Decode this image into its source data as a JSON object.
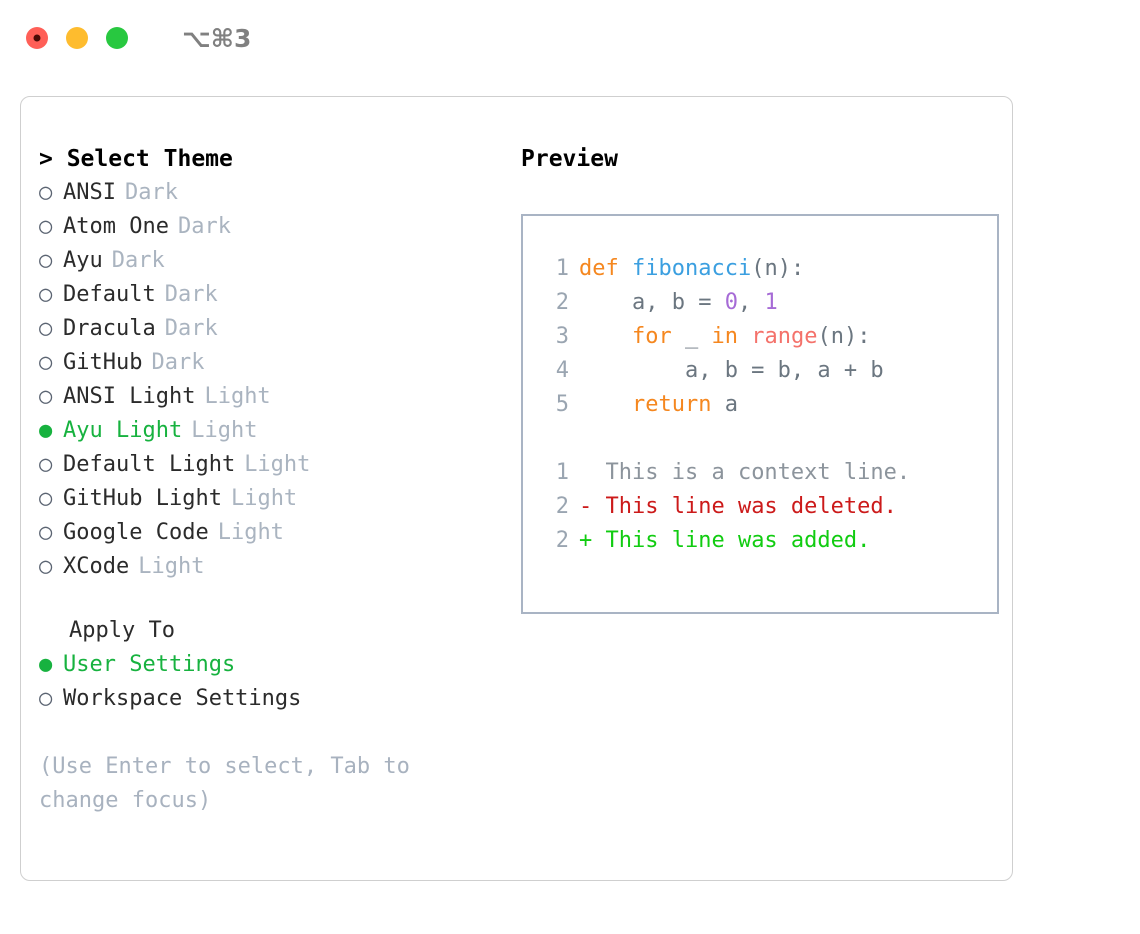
{
  "titlebar": {
    "shortcut": "⌥⌘3",
    "lights": [
      {
        "name": "close",
        "color": "#ff5f57"
      },
      {
        "name": "minimize",
        "color": "#febc2e"
      },
      {
        "name": "zoom",
        "color": "#28c840"
      }
    ]
  },
  "theme_section": {
    "heading": "> Select Theme",
    "options": [
      {
        "bullet": "○",
        "label": "ANSI",
        "tag": "Dark",
        "selected": false
      },
      {
        "bullet": "○",
        "label": "Atom One",
        "tag": "Dark",
        "selected": false
      },
      {
        "bullet": "○",
        "label": "Ayu",
        "tag": "Dark",
        "selected": false
      },
      {
        "bullet": "○",
        "label": "Default",
        "tag": "Dark",
        "selected": false
      },
      {
        "bullet": "○",
        "label": "Dracula",
        "tag": "Dark",
        "selected": false
      },
      {
        "bullet": "○",
        "label": "GitHub",
        "tag": "Dark",
        "selected": false
      },
      {
        "bullet": "○",
        "label": "ANSI Light",
        "tag": "Light",
        "selected": false
      },
      {
        "bullet": "●",
        "label": "Ayu Light",
        "tag": "Light",
        "selected": true
      },
      {
        "bullet": "○",
        "label": "Default Light",
        "tag": "Light",
        "selected": false
      },
      {
        "bullet": "○",
        "label": "GitHub Light",
        "tag": "Light",
        "selected": false
      },
      {
        "bullet": "○",
        "label": "Google Code",
        "tag": "Light",
        "selected": false
      },
      {
        "bullet": "○",
        "label": "XCode",
        "tag": "Light",
        "selected": false
      }
    ]
  },
  "apply_section": {
    "heading": "Apply To",
    "options": [
      {
        "bullet": "●",
        "label": "User Settings",
        "selected": true
      },
      {
        "bullet": "○",
        "label": "Workspace Settings",
        "selected": false
      }
    ]
  },
  "hint": "(Use Enter to select, Tab to change focus)",
  "preview": {
    "heading": "Preview",
    "code_lines": [
      {
        "ln": "1",
        "tokens": [
          {
            "t": "def ",
            "c": "kw"
          },
          {
            "t": "fibonacci",
            "c": "fn"
          },
          {
            "t": "(n):",
            "c": "plain"
          }
        ]
      },
      {
        "ln": "2",
        "tokens": [
          {
            "t": "    a, b = ",
            "c": "plain"
          },
          {
            "t": "0",
            "c": "num"
          },
          {
            "t": ", ",
            "c": "plain"
          },
          {
            "t": "1",
            "c": "num"
          }
        ]
      },
      {
        "ln": "3",
        "tokens": [
          {
            "t": "    ",
            "c": "plain"
          },
          {
            "t": "for",
            "c": "kw"
          },
          {
            "t": " _ ",
            "c": "plain"
          },
          {
            "t": "in",
            "c": "kw"
          },
          {
            "t": " ",
            "c": "plain"
          },
          {
            "t": "range",
            "c": "call"
          },
          {
            "t": "(n):",
            "c": "plain"
          }
        ]
      },
      {
        "ln": "4",
        "tokens": [
          {
            "t": "        a, b = b, a + b",
            "c": "plain"
          }
        ]
      },
      {
        "ln": "5",
        "tokens": [
          {
            "t": "    ",
            "c": "plain"
          },
          {
            "t": "return",
            "c": "kw"
          },
          {
            "t": " a",
            "c": "plain"
          }
        ]
      }
    ],
    "diff_lines": [
      {
        "ln": "1",
        "marker": " ",
        "text": " This is a context line.",
        "kind": "ctx"
      },
      {
        "ln": "2",
        "marker": "-",
        "text": " This line was deleted.",
        "kind": "del"
      },
      {
        "ln": "2",
        "marker": "+",
        "text": " This line was added.",
        "kind": "add"
      }
    ]
  },
  "colors": {
    "accent_green": "#17b23f",
    "muted": "#aab4c0",
    "keyword": "#f5871f",
    "function": "#3b9fe0",
    "number": "#a66bd6",
    "call": "#f4726b",
    "diff_add": "#11cc11",
    "diff_del": "#cc1a1a",
    "border": "#a9b4c4"
  }
}
